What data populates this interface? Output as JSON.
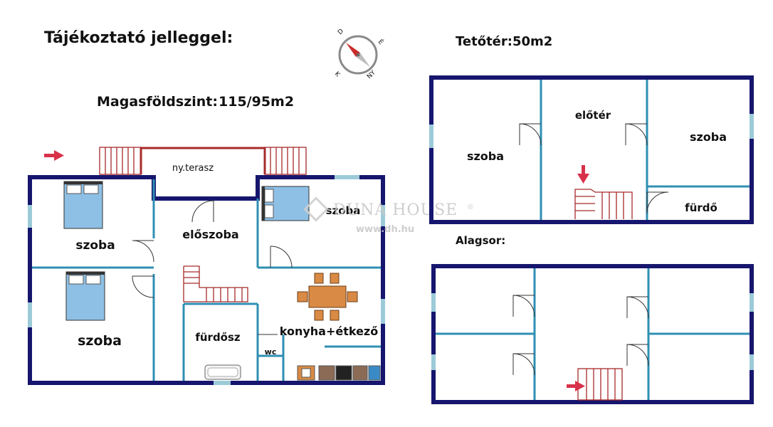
{
  "header": {
    "title": "Tájékoztató jelleggel:",
    "ground_floor_label": "Magasföldszint:",
    "ground_floor_area": "115/95m2",
    "attic_label": "Tetőtér:50m2",
    "basement_label": "Alagsor:"
  },
  "compass": {
    "letters": [
      "D",
      "É",
      "K",
      "NY"
    ]
  },
  "watermark": {
    "brand": "DUNA HOUSE",
    "url": "www.dh.hu",
    "registered": "®"
  },
  "ground_floor": {
    "rooms": [
      {
        "name": "szoba"
      },
      {
        "name": "szoba"
      },
      {
        "name": "előszoba"
      },
      {
        "name": "szoba"
      },
      {
        "name": "fürdősz"
      },
      {
        "name": "wc"
      },
      {
        "name": "konyha+étkező"
      },
      {
        "name": "ny.terasz"
      }
    ]
  },
  "attic": {
    "rooms": [
      {
        "name": "szoba"
      },
      {
        "name": "előtér"
      },
      {
        "name": "szoba"
      },
      {
        "name": "fürdő"
      }
    ]
  },
  "colors": {
    "wall": "#16166e",
    "inner_wall": "#2f8fb3",
    "stair": "#a82a2a",
    "window": "#9ccbd8",
    "arrow": "#d8324a",
    "bed": "#8ec0e6",
    "table": "#d98a44"
  }
}
